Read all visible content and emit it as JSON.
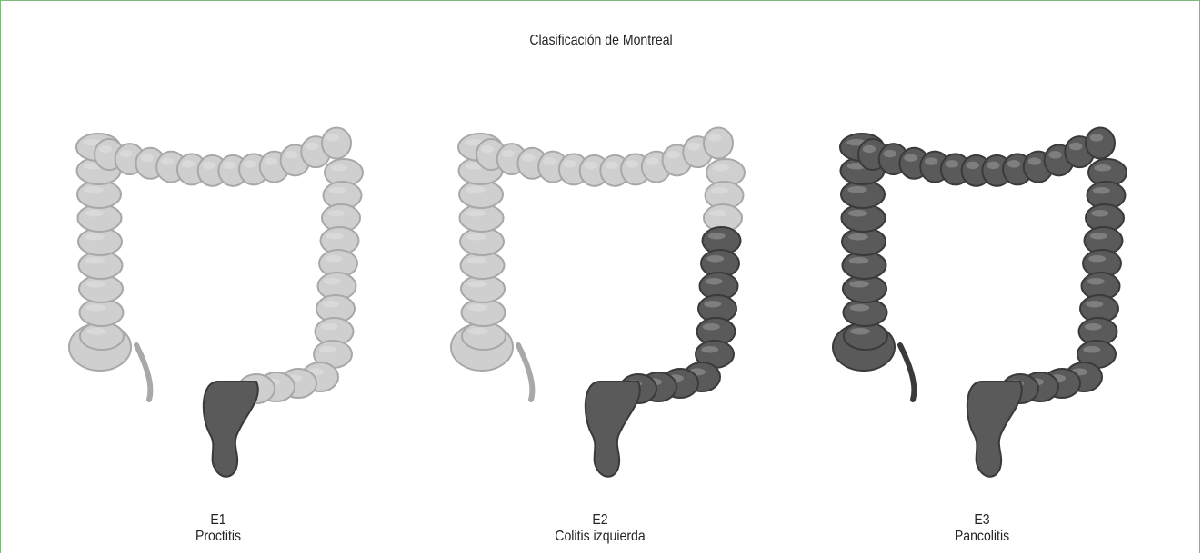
{
  "title": "Clasificación de Montreal",
  "panels": [
    {
      "code": "E1",
      "label": "Proctitis",
      "affected": "rectum"
    },
    {
      "code": "E2",
      "label": "Colitis izquierda",
      "affected": "left-colon"
    },
    {
      "code": "E3",
      "label": "Pancolitis",
      "affected": "entire-colon"
    }
  ],
  "colors": {
    "healthy": "#cfcfcf",
    "inflamed": "#5a5a5a",
    "frame": "#7cba7c"
  }
}
